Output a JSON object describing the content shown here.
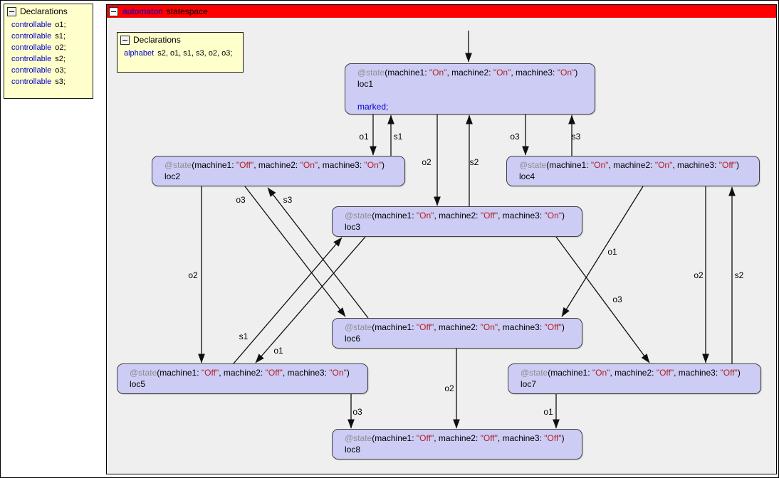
{
  "colors": {
    "group_header_red": "#ff0000",
    "declarations_bg": "#ffffcc",
    "state_bg": "#ccccf5",
    "keyword_blue": "#0000cd",
    "value_red": "#b22222",
    "annotation_gray": "#8f8f8f",
    "canvas_bg": "#efefef"
  },
  "left_declarations": {
    "title": "Declarations",
    "items": [
      {
        "keyword": "controllable",
        "name": "o1;"
      },
      {
        "keyword": "controllable",
        "name": "s1;"
      },
      {
        "keyword": "controllable",
        "name": "o2;"
      },
      {
        "keyword": "controllable",
        "name": "s2;"
      },
      {
        "keyword": "controllable",
        "name": "o3;"
      },
      {
        "keyword": "controllable",
        "name": "s3;"
      }
    ]
  },
  "automaton": {
    "keyword": "automaton",
    "name": "statespace",
    "declarations": {
      "title": "Declarations",
      "keyword": "alphabet",
      "content": "s2, o1, s1, s3, o2, o3;"
    }
  },
  "state_labels": {
    "prefix": "@state",
    "open": "(",
    "machine1": "machine1: ",
    "machine2": ", machine2: ",
    "machine3": ", machine3: ",
    "close": ")"
  },
  "states": [
    {
      "id": "loc1",
      "machine1": "\"On\"",
      "machine2": "\"On\"",
      "machine3": "\"On\"",
      "marked": "marked;"
    },
    {
      "id": "loc2",
      "machine1": "\"Off\"",
      "machine2": "\"On\"",
      "machine3": "\"On\""
    },
    {
      "id": "loc3",
      "machine1": "\"On\"",
      "machine2": "\"Off\"",
      "machine3": "\"On\""
    },
    {
      "id": "loc4",
      "machine1": "\"On\"",
      "machine2": "\"On\"",
      "machine3": "\"Off\""
    },
    {
      "id": "loc5",
      "machine1": "\"Off\"",
      "machine2": "\"Off\"",
      "machine3": "\"On\""
    },
    {
      "id": "loc6",
      "machine1": "\"Off\"",
      "machine2": "\"On\"",
      "machine3": "\"Off\""
    },
    {
      "id": "loc7",
      "machine1": "\"On\"",
      "machine2": "\"Off\"",
      "machine3": "\"Off\""
    },
    {
      "id": "loc8",
      "machine1": "\"Off\"",
      "machine2": "\"Off\"",
      "machine3": "\"Off\""
    }
  ],
  "edges": [
    {
      "from": "initial",
      "to": "loc1",
      "label": ""
    },
    {
      "from": "loc1",
      "to": "loc2",
      "label": "o1"
    },
    {
      "from": "loc2",
      "to": "loc1",
      "label": "s1"
    },
    {
      "from": "loc1",
      "to": "loc3",
      "label": "o2"
    },
    {
      "from": "loc3",
      "to": "loc1",
      "label": "s2"
    },
    {
      "from": "loc1",
      "to": "loc4",
      "label": "o3"
    },
    {
      "from": "loc4",
      "to": "loc1",
      "label": "s3"
    },
    {
      "from": "loc2",
      "to": "loc5",
      "label": "o2"
    },
    {
      "from": "loc2",
      "to": "loc6",
      "label": "o3"
    },
    {
      "from": "loc6",
      "to": "loc2",
      "label": "s3"
    },
    {
      "from": "loc3",
      "to": "loc5",
      "label": "o1"
    },
    {
      "from": "loc5",
      "to": "loc3",
      "label": "s1"
    },
    {
      "from": "loc4",
      "to": "loc6",
      "label": "o1"
    },
    {
      "from": "loc3",
      "to": "loc7",
      "label": "o3"
    },
    {
      "from": "loc4",
      "to": "loc7",
      "label": "o2"
    },
    {
      "from": "loc7",
      "to": "loc4",
      "label": "s2"
    },
    {
      "from": "loc5",
      "to": "loc8",
      "label": "o3"
    },
    {
      "from": "loc6",
      "to": "loc8",
      "label": "o2"
    },
    {
      "from": "loc7",
      "to": "loc8",
      "label": "o1"
    }
  ]
}
